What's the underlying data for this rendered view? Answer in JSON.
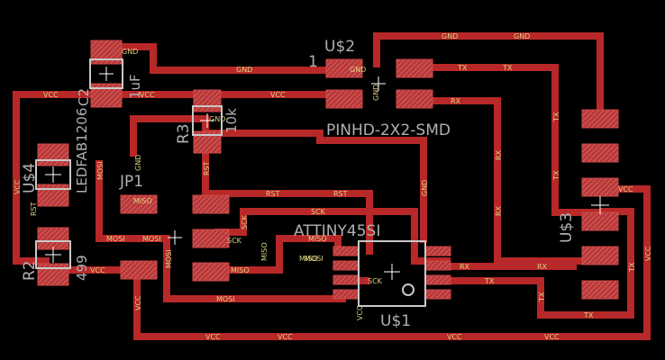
{
  "colors": {
    "background": "#000000",
    "trace": "#b82828",
    "pad": "#d04848",
    "net_label": "#d8d080",
    "silk": "#c8c8c8",
    "component_text": "#b0b0b0"
  },
  "components": {
    "u2": {
      "ref": "U$2",
      "pin1": "1",
      "value": "PINHD-2X2-SMD"
    },
    "u1": {
      "ref": "U$1",
      "value": "ATTINY45SI"
    },
    "u3": {
      "ref": "U$3"
    },
    "u4": {
      "ref": "U$4",
      "value": "LEDFAB1206"
    },
    "c1": {
      "ref": "C2",
      "value": "1uF"
    },
    "r3": {
      "ref": "R3",
      "value": "10k"
    },
    "jp1": {
      "ref": "JP1"
    },
    "r2": {
      "ref": "R2",
      "value": "499"
    }
  },
  "nets": {
    "gnd": "GND",
    "vcc": "VCC",
    "tx": "TX",
    "rx": "RX",
    "rst": "RST",
    "sck": "SCK",
    "miso": "MISO",
    "mosi": "MOSI"
  }
}
